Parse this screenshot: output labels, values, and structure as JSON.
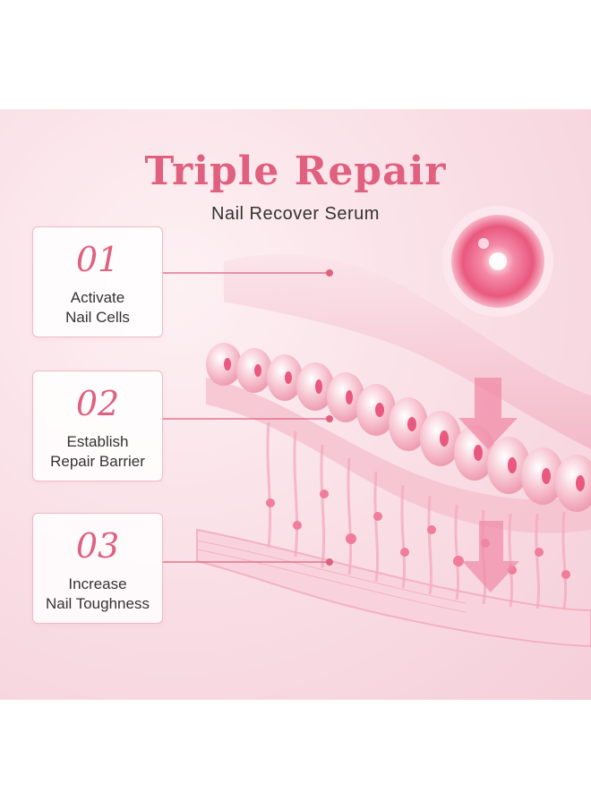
{
  "header": {
    "title": "Triple Repair",
    "subtitle": "Nail Recover Serum"
  },
  "steps": [
    {
      "number": "01",
      "line1": "Activate",
      "line2": "Nail Cells"
    },
    {
      "number": "02",
      "line1": "Establish",
      "line2": "Repair Barrier"
    },
    {
      "number": "03",
      "line1": "Increase",
      "line2": "Nail Toughness"
    }
  ],
  "colors": {
    "accent": "#e0607f",
    "card_border": "#f0b9c8",
    "background": "#f9dde5"
  }
}
